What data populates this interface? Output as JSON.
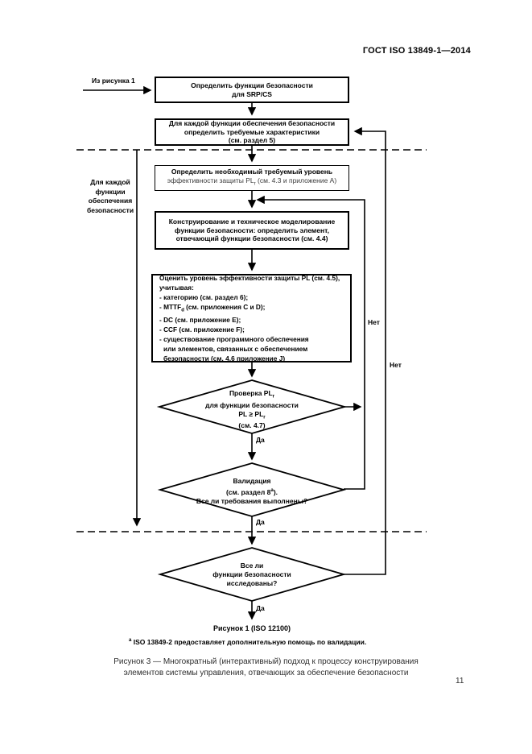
{
  "page": {
    "header": "ГОСТ ISO 13849-1—2014",
    "page_number": "11",
    "end_label": "Рисунок 1 (ISO 12100)",
    "footnote_marker": "а",
    "footnote_text": " ISO 13849-2 предоставляет дополнительную помощь по валидации.",
    "caption_line1": "Рисунок 3 — Многократный (интерактивный) подход к процессу конструирования",
    "caption_line2": "элементов системы управления, отвечающих за обеспечение безопасности",
    "colors": {
      "ink": "#000000",
      "paper": "#ffffff"
    }
  },
  "flowchart": {
    "entry_label": "Из рисунка 1",
    "loop_label": "Для каждой\nфункции\nобеспечения\nбезопасности",
    "box1": {
      "line1": "Определить функции безопасности",
      "line2": "для SRP/CS"
    },
    "box2": {
      "line1": "Для каждой функции обеспечения безопасности",
      "line2": "определить требуемые характеристики",
      "line3": "(см. раздел 5)"
    },
    "box3": {
      "line1": "Определить необходимый требуемый уровень",
      "line2_pre": "эффективности защиты PL",
      "line2_sub": "r",
      "line2_post": " (см. 4.3 и приложение А)"
    },
    "box4": {
      "line1": "Конструирование и техническое моделирование",
      "line2": "функции безопасности: определить элемент,",
      "line3": "отвечающий функции безопасности (см. 4.4)"
    },
    "box5": {
      "line1": "Оценить уровень эффективности защиты PL (см. 4.5),",
      "line2": "учитывая:",
      "item1": "- категорию (см. раздел 6);",
      "item2_pre": "- MTTF",
      "item2_sub": "d",
      "item2_post": " (см. приложения C и D);",
      "item3": "- DC (см. приложение E);",
      "item4": "- CCF (см. приложение F);",
      "item5a": "- существование программного обеспечения",
      "item5b": "или элементов, связанных с обеспечением",
      "item5c": "безопасности (см. 4.6 приложение J)"
    },
    "diamond1": {
      "line1_pre": "Проверка PL",
      "line1_sub": "r",
      "line2": "для функции безопасности",
      "line3_pre": "PL ≥ PL",
      "line3_sub": "r",
      "line4": "(см. 4.7)"
    },
    "diamond2": {
      "line1": "Валидация",
      "line2_pre": "(см. раздел 8",
      "line2_sup": "а",
      "line2_post": ").",
      "line3": "Все ли требования выполнены?"
    },
    "diamond3": {
      "line1": "Все ли",
      "line2": "функции безопасности",
      "line3": "исследованы?"
    },
    "labels": {
      "yes1": "Да",
      "yes2": "Да",
      "yes3": "Да",
      "no1": "Нет",
      "no2": "Нет"
    }
  }
}
